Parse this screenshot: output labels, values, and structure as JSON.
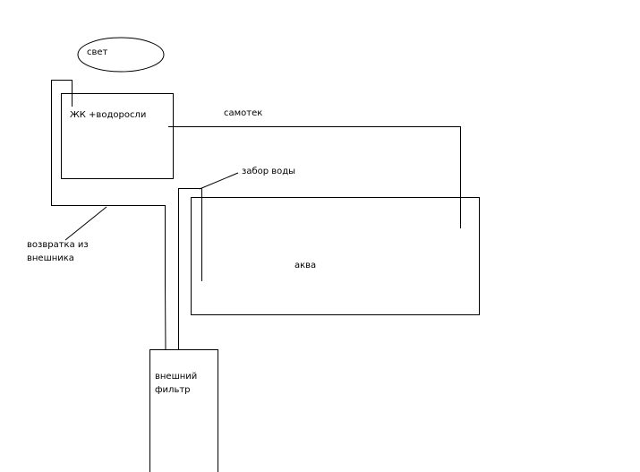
{
  "labels": {
    "light": "свет",
    "reactor": "ЖК +водоросли",
    "overflow": "самотек",
    "water_intake": "забор воды",
    "return_line_1": "возвратка из",
    "return_line_2": "внешника",
    "aquarium": "аква",
    "filter_1": "внешний",
    "filter_2": "фильтр"
  },
  "colors": {
    "stroke": "#000000",
    "background": "#ffffff",
    "text": "#000000"
  }
}
